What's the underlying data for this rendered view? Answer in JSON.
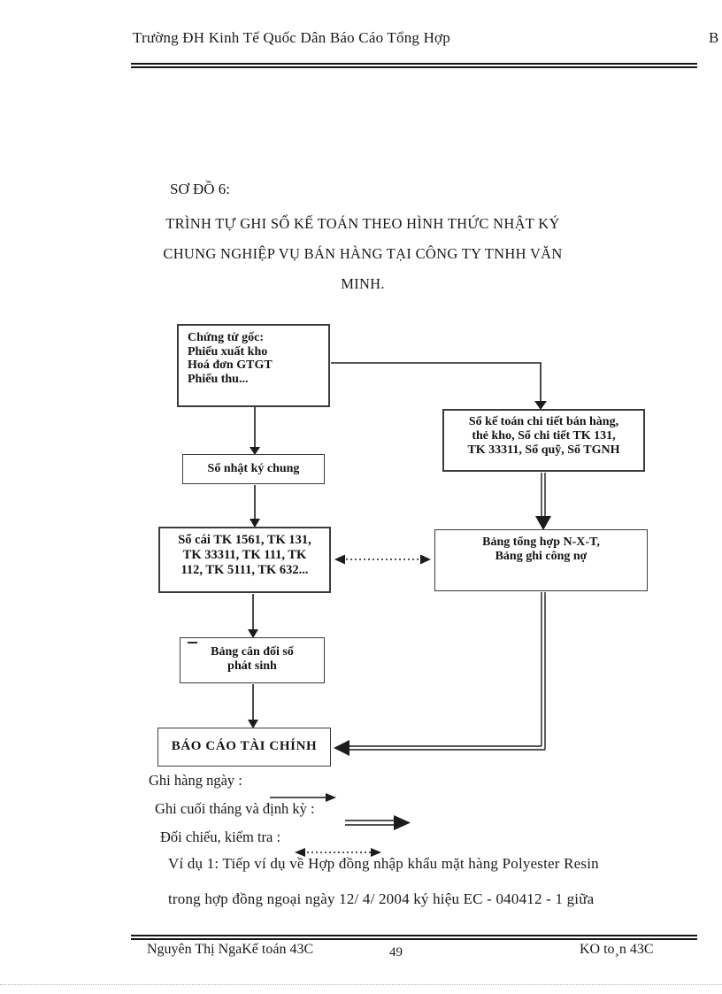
{
  "colors": {
    "ink": "#1a1a1a",
    "paper": "#ffffff"
  },
  "header": {
    "left": "Trường ĐH Kinh Tế Quốc Dân Báo Cáo Tổng Hợp",
    "right": "B"
  },
  "title": {
    "label": "SƠ ĐỒ 6:",
    "line1": "TRÌNH TỰ GHI SỔ KẾ TOÁN THEO HÌNH THỨC NHẬT KÝ",
    "line2": "CHUNG NGHIỆP VỤ BÁN HÀNG TẠI CÔNG TY TNHH VĂN",
    "line3": "MINH."
  },
  "boxes": {
    "chung_tu_goc": {
      "lines": [
        "Chứng từ gốc:",
        "Phiếu xuất kho",
        "Hoá đơn GTGT",
        "Phiếu thu..."
      ]
    },
    "so_ke_toan_chi_tiet": {
      "lines": [
        "Sổ kế toán chi tiết bán hàng,",
        "thẻ  kho, Sổ chi tiết TK 131,",
        "TK 33311, Sổ quỹ, Sổ TGNH"
      ]
    },
    "so_nhat_ky_chung": {
      "label": "Sổ nhật ký chung"
    },
    "so_cai": {
      "lines": [
        "Sổ cái TK 1561, TK  131,",
        "TK 33311, TK 111, TK",
        "112, TK 5111, TK  632..."
      ]
    },
    "bang_tong_hop": {
      "lines": [
        "Bảng tổng hợp N-X-T,",
        "Bảng ghi công nợ"
      ]
    },
    "bang_can_doi": {
      "lines": [
        "Bảng cân đối  số",
        "phát sinh"
      ]
    },
    "bao_cao": {
      "label": "BÁO CÁO TÀI CHÍNH"
    }
  },
  "legend": [
    {
      "label": "Ghi hàng ngày :",
      "arrow": "solid-single"
    },
    {
      "label": "Ghi cuối tháng và định kỳ :",
      "arrow": "solid-double"
    },
    {
      "label": "Đối chiếu, kiểm tra :",
      "arrow": "dotted-double-headed"
    }
  ],
  "paragraph": {
    "line1": "Ví dụ 1: Tiếp ví dụ về Hợp đồng nhập khẩu mặt hàng Polyester Resin",
    "line2": "trong hợp đồng ngoại ngày 12/ 4/ 2004 ký hiệu EC - 040412  - 1 giữa"
  },
  "footer": {
    "left": "Nguyên Thị NgaKế toán 43C",
    "page_number": "49",
    "right": "KO to¸n 43C"
  }
}
